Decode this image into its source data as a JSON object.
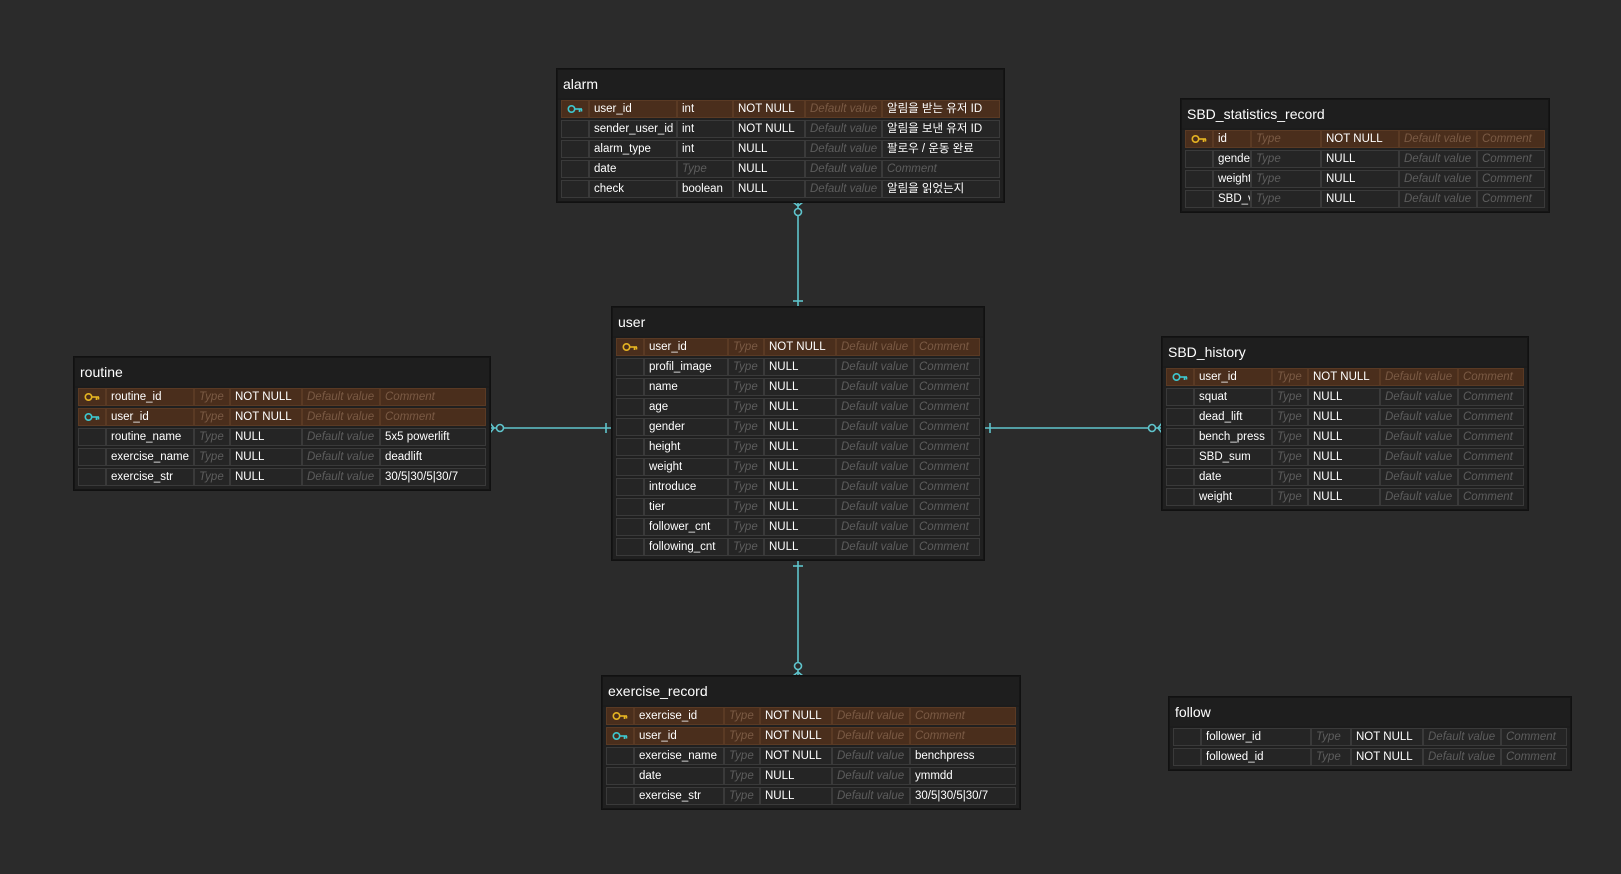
{
  "colors": {
    "background": "#2b2b2b",
    "relation_line": "#5fc4cc",
    "primary_key_icon": "#e6b422",
    "foreign_key_icon": "#3ec8d0",
    "pk_row": "#4a2e1c"
  },
  "placeholders": {
    "type": "Type",
    "default": "Default value",
    "comment": "Comment"
  },
  "tables": [
    {
      "id": "alarm",
      "title": "alarm",
      "columns": [
        {
          "name": "user_id",
          "type": "int",
          "nullable": "NOT NULL",
          "default": "",
          "comment": "알림을 받는 유저 ID",
          "key": "fk"
        },
        {
          "name": "sender_user_id",
          "type": "int",
          "nullable": "NOT NULL",
          "default": "",
          "comment": "알림을 보낸 유저 ID",
          "key": ""
        },
        {
          "name": "alarm_type",
          "type": "int",
          "nullable": "NULL",
          "default": "",
          "comment": "팔로우 / 운동 완료",
          "key": ""
        },
        {
          "name": "date",
          "type": "",
          "nullable": "NULL",
          "default": "",
          "comment": "",
          "key": ""
        },
        {
          "name": "check",
          "type": "boolean",
          "nullable": "NULL",
          "default": "",
          "comment": "알림을 읽었는지",
          "key": ""
        }
      ]
    },
    {
      "id": "sbd_statistics_record",
      "title": "SBD_statistics_record",
      "columns": [
        {
          "name": "id",
          "type": "",
          "nullable": "NOT NULL",
          "default": "",
          "comment": "",
          "key": "pk"
        },
        {
          "name": "gender",
          "type": "",
          "nullable": "NULL",
          "default": "",
          "comment": "",
          "key": ""
        },
        {
          "name": "weight",
          "type": "",
          "nullable": "NULL",
          "default": "",
          "comment": "",
          "key": ""
        },
        {
          "name": "SBD_volume",
          "type": "",
          "nullable": "NULL",
          "default": "",
          "comment": "",
          "key": ""
        }
      ]
    },
    {
      "id": "user",
      "title": "user",
      "columns": [
        {
          "name": "user_id",
          "type": "",
          "nullable": "NOT NULL",
          "default": "",
          "comment": "",
          "key": "pk"
        },
        {
          "name": "profil_image",
          "type": "",
          "nullable": "NULL",
          "default": "",
          "comment": "",
          "key": ""
        },
        {
          "name": "name",
          "type": "",
          "nullable": "NULL",
          "default": "",
          "comment": "",
          "key": ""
        },
        {
          "name": "age",
          "type": "",
          "nullable": "NULL",
          "default": "",
          "comment": "",
          "key": ""
        },
        {
          "name": "gender",
          "type": "",
          "nullable": "NULL",
          "default": "",
          "comment": "",
          "key": ""
        },
        {
          "name": "height",
          "type": "",
          "nullable": "NULL",
          "default": "",
          "comment": "",
          "key": ""
        },
        {
          "name": "weight",
          "type": "",
          "nullable": "NULL",
          "default": "",
          "comment": "",
          "key": ""
        },
        {
          "name": "introduce",
          "type": "",
          "nullable": "NULL",
          "default": "",
          "comment": "",
          "key": ""
        },
        {
          "name": "tier",
          "type": "",
          "nullable": "NULL",
          "default": "",
          "comment": "",
          "key": ""
        },
        {
          "name": "follower_cnt",
          "type": "",
          "nullable": "NULL",
          "default": "",
          "comment": "",
          "key": ""
        },
        {
          "name": "following_cnt",
          "type": "",
          "nullable": "NULL",
          "default": "",
          "comment": "",
          "key": ""
        }
      ]
    },
    {
      "id": "routine",
      "title": "routine",
      "columns": [
        {
          "name": "routine_id",
          "type": "",
          "nullable": "NOT NULL",
          "default": "",
          "comment": "",
          "key": "pk"
        },
        {
          "name": "user_id",
          "type": "",
          "nullable": "NOT NULL",
          "default": "",
          "comment": "",
          "key": "fk"
        },
        {
          "name": "routine_name",
          "type": "",
          "nullable": "NULL",
          "default": "",
          "comment": "5x5 powerlift",
          "key": ""
        },
        {
          "name": "exercise_name",
          "type": "",
          "nullable": "NULL",
          "default": "",
          "comment": "deadlift",
          "key": ""
        },
        {
          "name": "exercise_str",
          "type": "",
          "nullable": "NULL",
          "default": "",
          "comment": "30/5|30/5|30/7",
          "key": ""
        }
      ]
    },
    {
      "id": "sbd_history",
      "title": "SBD_history",
      "columns": [
        {
          "name": "user_id",
          "type": "",
          "nullable": "NOT NULL",
          "default": "",
          "comment": "",
          "key": "fk"
        },
        {
          "name": "squat",
          "type": "",
          "nullable": "NULL",
          "default": "",
          "comment": "",
          "key": ""
        },
        {
          "name": "dead_lift",
          "type": "",
          "nullable": "NULL",
          "default": "",
          "comment": "",
          "key": ""
        },
        {
          "name": "bench_press",
          "type": "",
          "nullable": "NULL",
          "default": "",
          "comment": "",
          "key": ""
        },
        {
          "name": "SBD_sum",
          "type": "",
          "nullable": "NULL",
          "default": "",
          "comment": "",
          "key": ""
        },
        {
          "name": "date",
          "type": "",
          "nullable": "NULL",
          "default": "",
          "comment": "",
          "key": ""
        },
        {
          "name": "weight",
          "type": "",
          "nullable": "NULL",
          "default": "",
          "comment": "",
          "key": ""
        }
      ]
    },
    {
      "id": "exercise_record",
      "title": "exercise_record",
      "columns": [
        {
          "name": "exercise_id",
          "type": "",
          "nullable": "NOT NULL",
          "default": "",
          "comment": "",
          "key": "pk"
        },
        {
          "name": "user_id",
          "type": "",
          "nullable": "NOT NULL",
          "default": "",
          "comment": "",
          "key": "fk"
        },
        {
          "name": "exercise_name",
          "type": "",
          "nullable": "NOT NULL",
          "default": "",
          "comment": "benchpress",
          "key": ""
        },
        {
          "name": "date",
          "type": "",
          "nullable": "NULL",
          "default": "",
          "comment": "ymmdd",
          "key": ""
        },
        {
          "name": "exercise_str",
          "type": "",
          "nullable": "NULL",
          "default": "",
          "comment": "30/5|30/5|30/7",
          "key": ""
        }
      ]
    },
    {
      "id": "follow",
      "title": "follow",
      "columns": [
        {
          "name": "follower_id",
          "type": "",
          "nullable": "NOT NULL",
          "default": "",
          "comment": "",
          "key": ""
        },
        {
          "name": "followed_id",
          "type": "",
          "nullable": "NOT NULL",
          "default": "",
          "comment": "",
          "key": ""
        }
      ]
    }
  ],
  "relationships": [
    {
      "from": "user",
      "to": "alarm",
      "cardinality": "one-to-zero-or-many"
    },
    {
      "from": "user",
      "to": "routine",
      "cardinality": "one-to-zero-or-many"
    },
    {
      "from": "user",
      "to": "sbd_history",
      "cardinality": "one-to-zero-or-many"
    },
    {
      "from": "user",
      "to": "exercise_record",
      "cardinality": "one-to-zero-or-many"
    }
  ]
}
